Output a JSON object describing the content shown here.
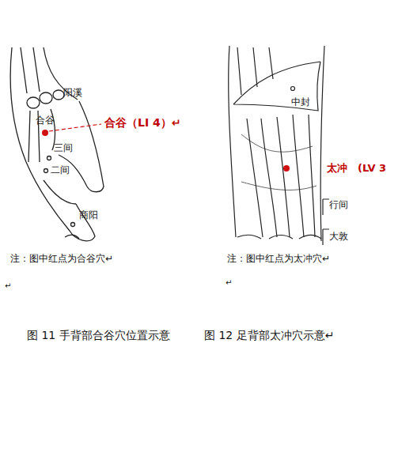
{
  "diagram": {
    "labels": [
      "阳溪",
      "合谷",
      "三间",
      "二间",
      "商阳",
      "合谷（LI 4）↵",
      "中封",
      "太冲　(LV 3",
      "行间",
      "大敦",
      "注：图中红点为合谷穴↵",
      "注：图中红点为太冲穴↵",
      "↵",
      "↵",
      "图 11 手背部合谷穴位置示意",
      "图 12 足背部太冲穴示意↵"
    ]
  }
}
